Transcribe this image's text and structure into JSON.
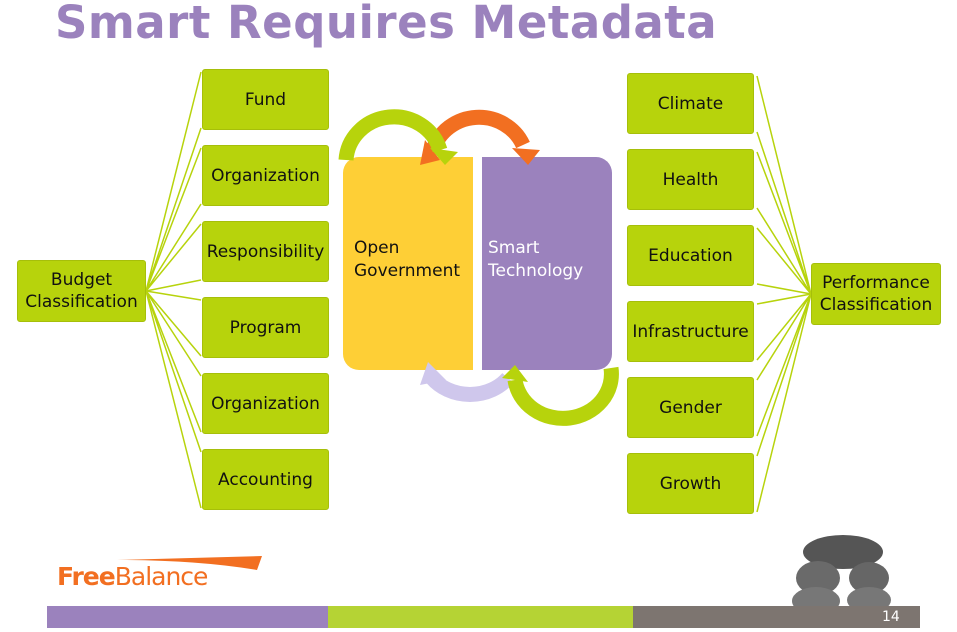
{
  "title": "Smart Requires Metadata",
  "left_root": "Budget Classification",
  "left_items": [
    "Fund",
    "Organization",
    "Responsibility",
    "Program",
    "Organization",
    "Accounting"
  ],
  "center": {
    "left": "Open Government",
    "right": "Smart Technology"
  },
  "right_root": "Performance Classification",
  "right_items": [
    "Climate",
    "Health",
    "Education",
    "Infrastructure",
    "Gender",
    "Growth"
  ],
  "logo": {
    "part1": "Free",
    "part2": "Balance"
  },
  "page_number": "14",
  "colors": {
    "green": "#b7d30c",
    "purple": "#9b82bd",
    "yellow": "#fecf36",
    "orange": "#f26f21",
    "gray": "#7d7570",
    "lavender": "#cfc7ec"
  }
}
